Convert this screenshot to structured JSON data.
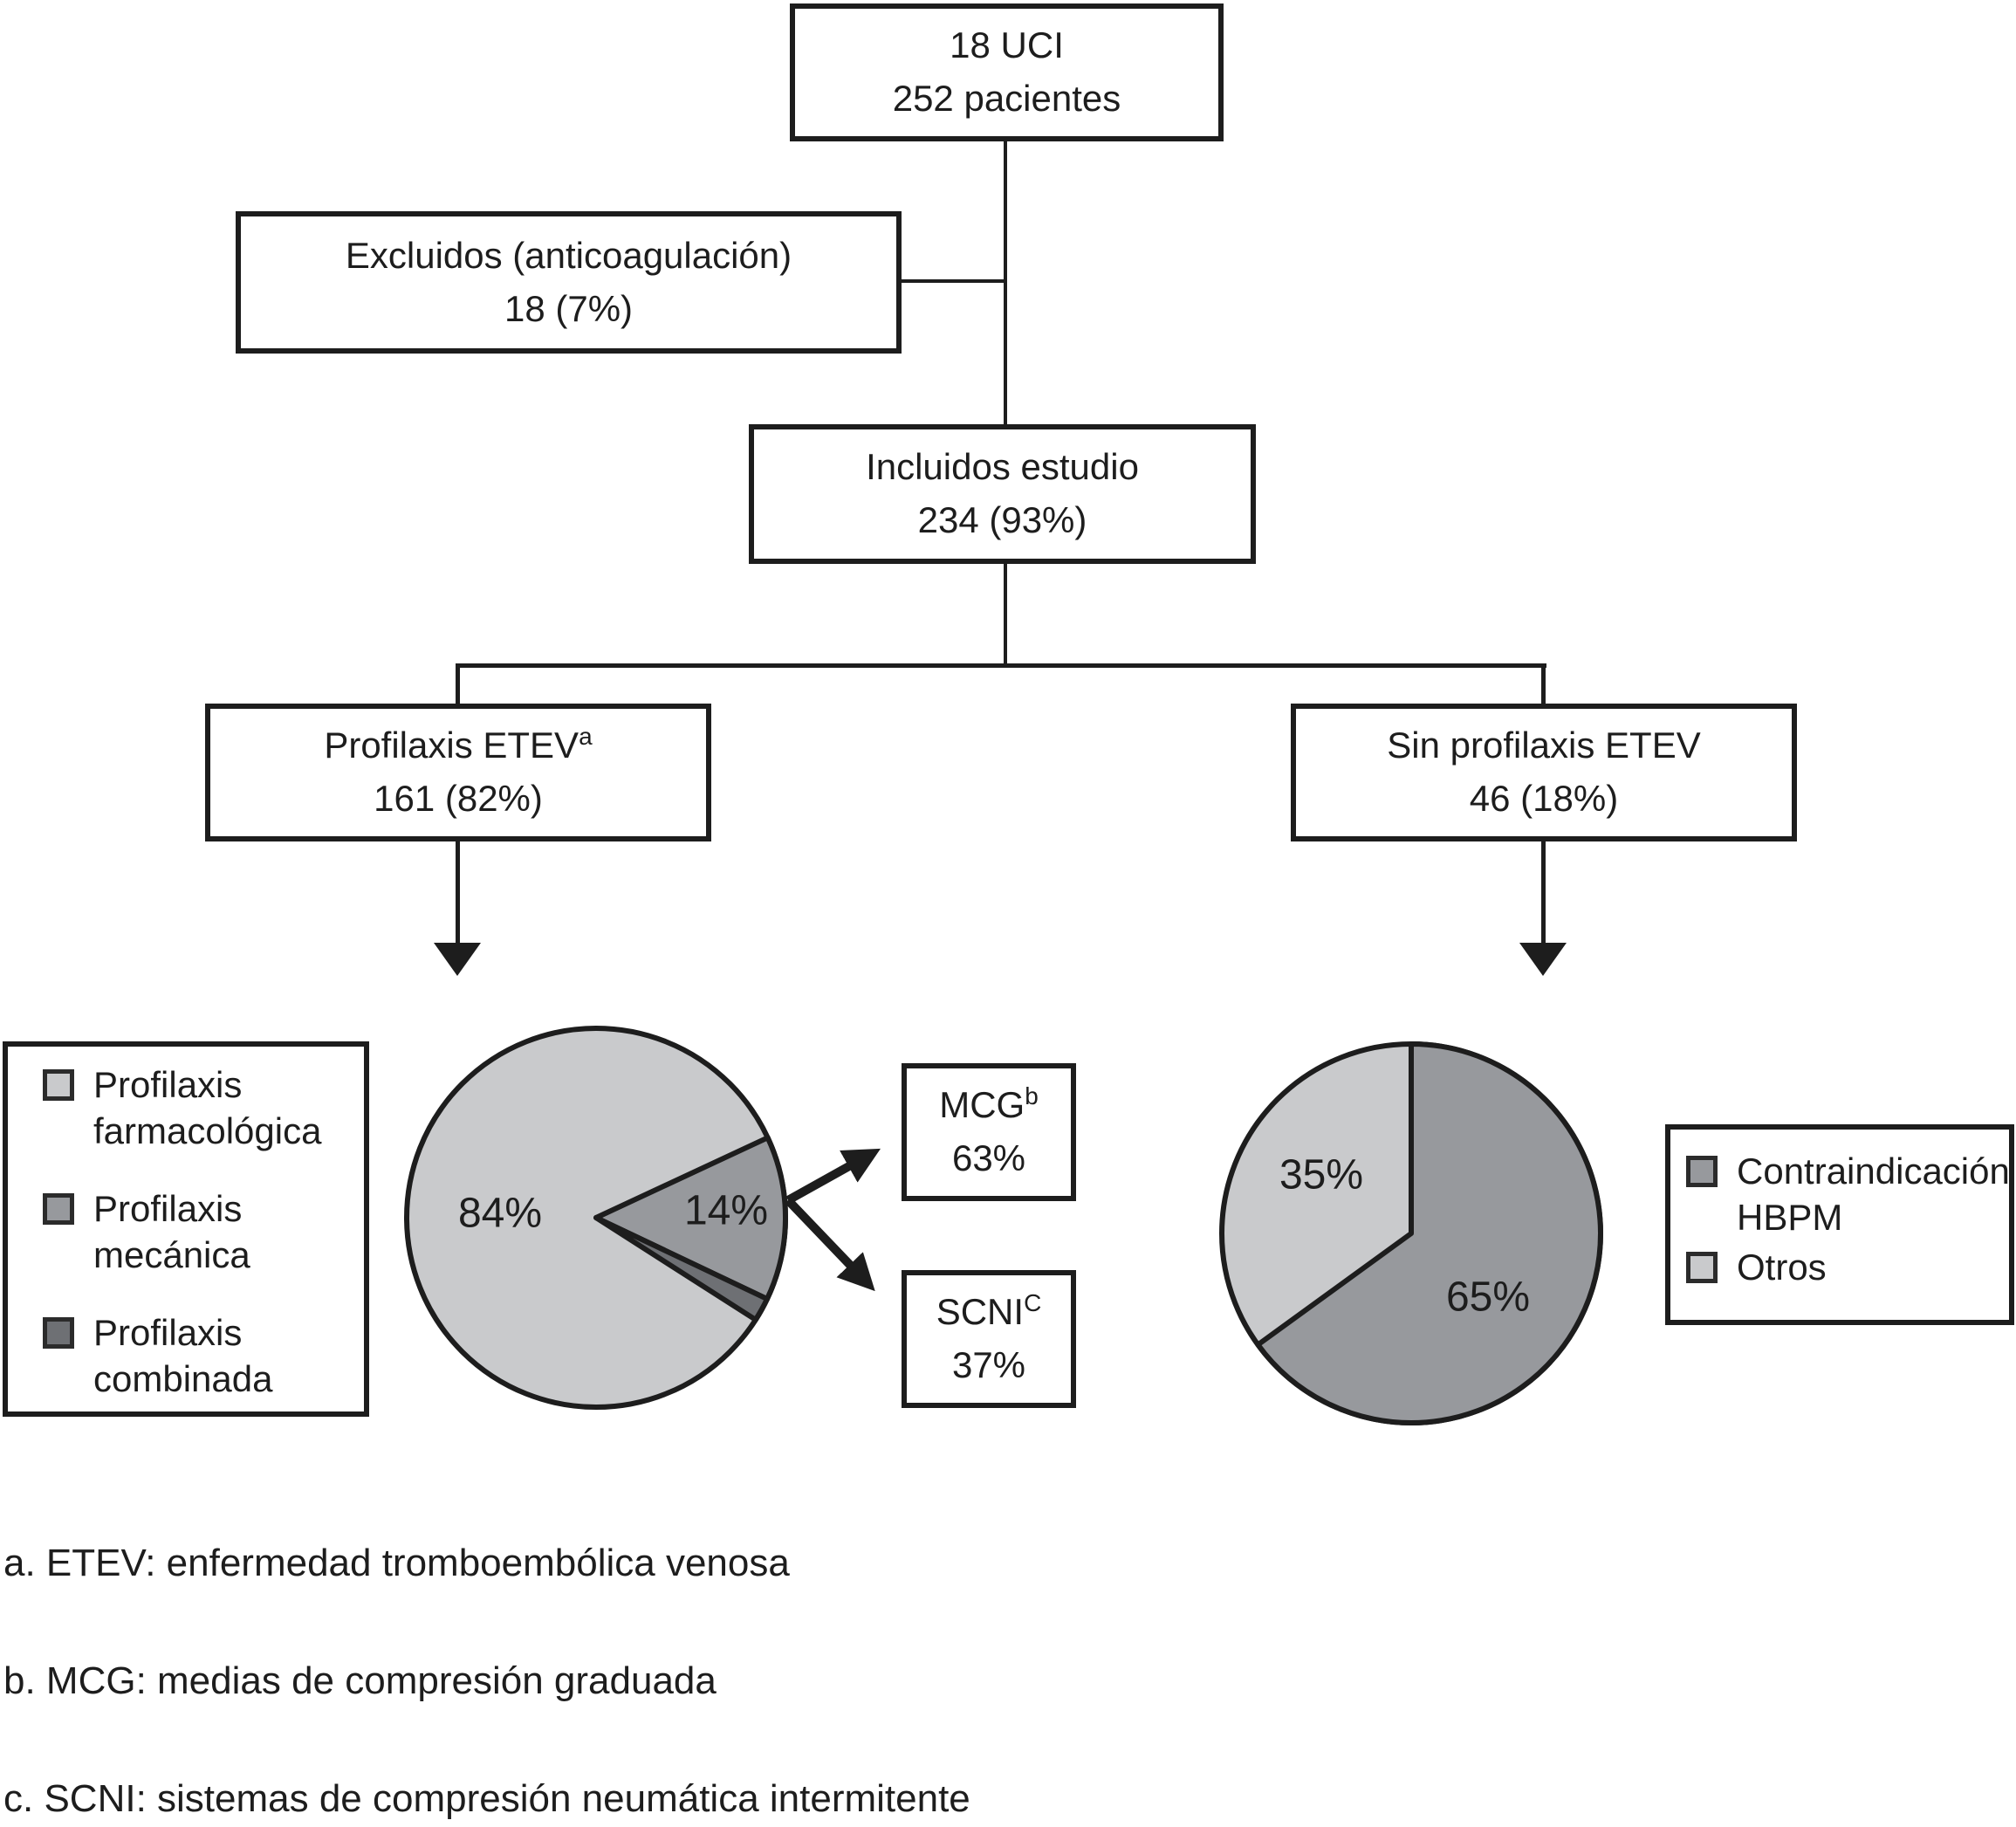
{
  "colors": {
    "light_gray": "#c9cacc",
    "medium_gray": "#97999d",
    "dark_gray": "#6e7074",
    "line_black": "#1d1d1d"
  },
  "flowchart": {
    "nodes": {
      "total": {
        "line1": "18 UCI",
        "line2": "252 pacientes"
      },
      "excluded": {
        "line1": "Excluidos (anticoagulación)",
        "line2": "18 (7%)"
      },
      "included": {
        "line1": "Incluidos estudio",
        "line2": "234 (93%)"
      },
      "prophylaxis": {
        "line1": "Profilaxis ETEV",
        "sup": "a",
        "line2": "161 (82%)"
      },
      "no_prophylaxis": {
        "line1": "Sin profilaxis ETEV",
        "line2": "46 (18%)"
      },
      "mcg": {
        "line1": "MCG",
        "sup": "b",
        "line2": "63%"
      },
      "scni": {
        "line1": "SCNI",
        "sup": "C",
        "line2": "37%"
      }
    }
  },
  "legends": {
    "left": {
      "items": [
        {
          "label": "Profilaxis farmacológica",
          "color": "#c9cacc"
        },
        {
          "label": "Profilaxis mecánica",
          "color": "#97999d"
        },
        {
          "label": "Profilaxis combinada",
          "color": "#6e7074"
        }
      ]
    },
    "right": {
      "items": [
        {
          "label": "Contraindicación HBPM",
          "color": "#97999d"
        },
        {
          "label": "Otros",
          "color": "#c9cacc"
        }
      ]
    }
  },
  "chart_data": [
    {
      "type": "pie",
      "id": "pie-profilaxis-etev",
      "title": "Tipos de profilaxis ETEV (161 pacientes)",
      "start_angle_deg": 65,
      "legend_position": "left",
      "slices": [
        {
          "label": "Profilaxis mecánica",
          "value": 14,
          "color": "#97999d",
          "pct": "14%"
        },
        {
          "label": "Profilaxis combinada",
          "value": 2,
          "color": "#6e7074",
          "pct": ""
        },
        {
          "label": "Profilaxis farmacológica",
          "value": 84,
          "color": "#c9cacc",
          "pct": "84%"
        }
      ]
    },
    {
      "type": "pie",
      "id": "pie-sin-profilaxis",
      "title": "Motivos de no profilaxis (46 pacientes)",
      "start_angle_deg": 0,
      "legend_position": "right",
      "slices": [
        {
          "label": "Contraindicación HBPM",
          "value": 65,
          "color": "#97999d",
          "pct": "65%"
        },
        {
          "label": "Otros",
          "value": 35,
          "color": "#c9cacc",
          "pct": "35%"
        }
      ]
    }
  ],
  "footnotes": [
    "a. ETEV: enfermedad tromboembólica venosa",
    "b. MCG: medias de compresión graduada",
    "c. SCNI: sistemas de compresión neumática intermitente"
  ]
}
